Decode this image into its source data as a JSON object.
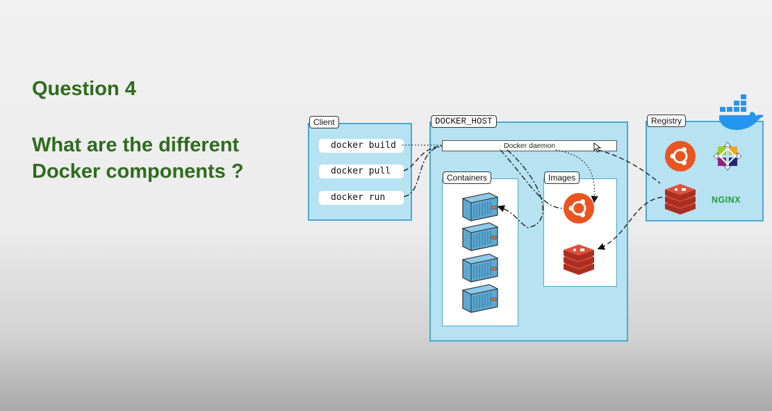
{
  "slide": {
    "title": "Question 4",
    "question": "What are the different Docker components ?"
  },
  "diagram": {
    "client": {
      "label": "Client",
      "commands": [
        "docker build",
        "docker pull",
        "docker run"
      ]
    },
    "docker_host": {
      "label": "DOCKER_HOST",
      "daemon_label": "Docker daemon",
      "containers_label": "Containers",
      "images_label": "Images"
    },
    "registry": {
      "label": "Registry",
      "nginx_label": "NGINX"
    }
  },
  "colors": {
    "heading": "#2f6b1d",
    "panel_fill": "#b6e2f2",
    "panel_border": "#4aa7d1",
    "ubuntu": "#e95420",
    "redis": "#d9432f",
    "container": "#6fb4d8",
    "nginx": "#1e9e3a"
  }
}
